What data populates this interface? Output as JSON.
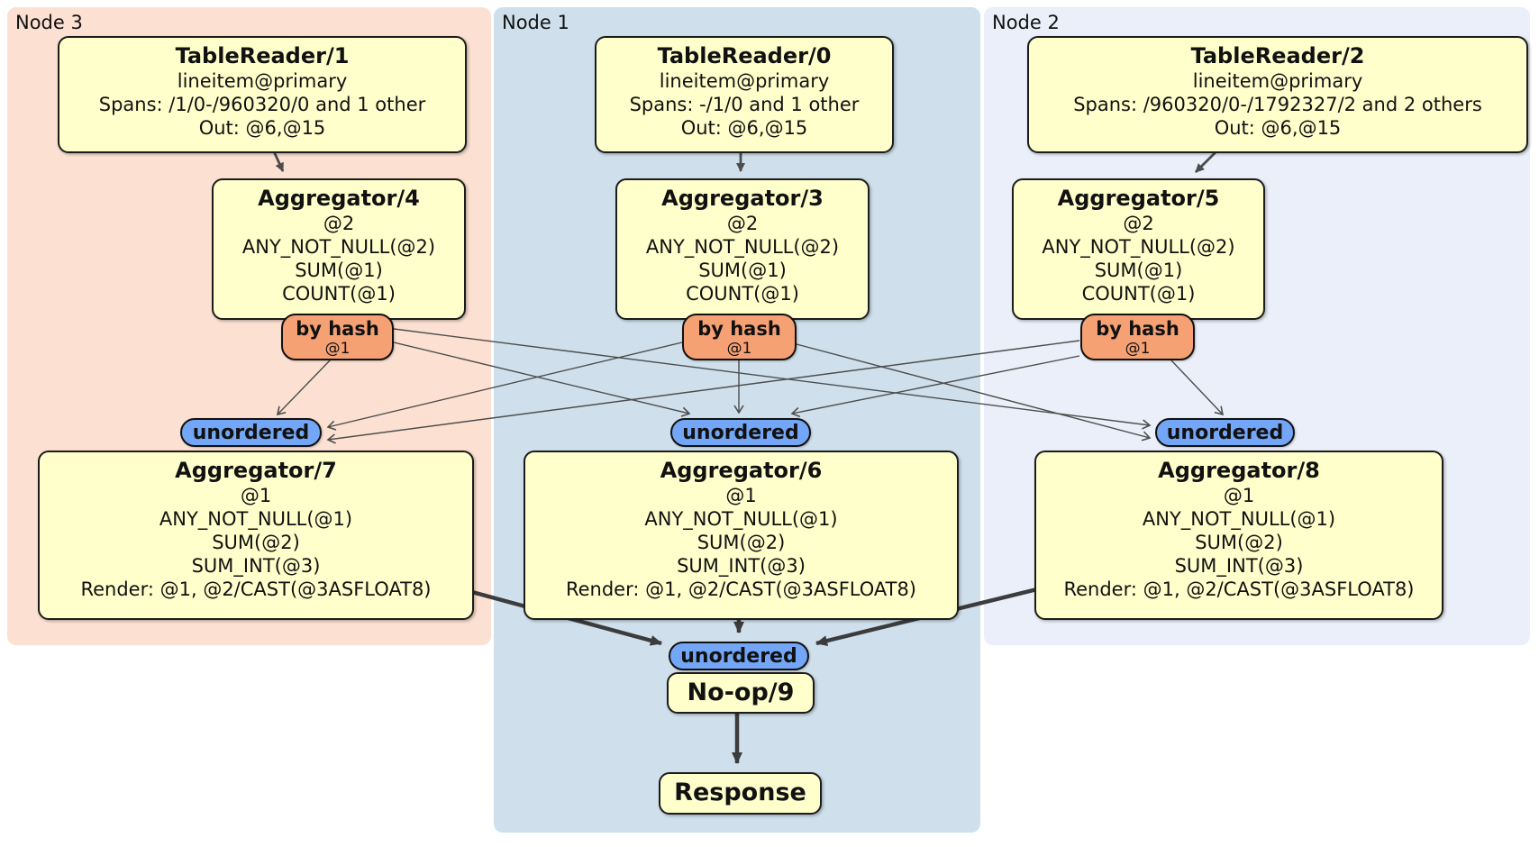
{
  "diagram": {
    "kind": "distributed-sql-plan",
    "regions": {
      "node3": {
        "label": "Node 3",
        "color": "#fce1d2"
      },
      "node1": {
        "label": "Node 1",
        "color": "#cfe0ec"
      },
      "node2": {
        "label": "Node 2",
        "color": "#eaeff9"
      }
    },
    "colors": {
      "processor_fill": "#ffffcc",
      "processor_border": "#1c1c1c",
      "router_fill": "#f5a173",
      "sync_fill": "#73a6f6",
      "edge_thin": "#4d4d4d",
      "edge_thick": "#3c3c3c"
    },
    "processors": {
      "tr1": {
        "title": "TableReader/1",
        "lines": [
          "lineitem@primary",
          "Spans: /1/0-/960320/0 and 1 other",
          "Out: @6,@15"
        ]
      },
      "tr0": {
        "title": "TableReader/0",
        "lines": [
          "lineitem@primary",
          "Spans: -/1/0 and 1 other",
          "Out: @6,@15"
        ]
      },
      "tr2": {
        "title": "TableReader/2",
        "lines": [
          "lineitem@primary",
          "Spans: /960320/0-/1792327/2 and 2 others",
          "Out: @6,@15"
        ]
      },
      "agg4": {
        "title": "Aggregator/4",
        "lines": [
          "@2",
          "ANY_NOT_NULL(@2)",
          "SUM(@1)",
          "COUNT(@1)"
        ]
      },
      "agg3": {
        "title": "Aggregator/3",
        "lines": [
          "@2",
          "ANY_NOT_NULL(@2)",
          "SUM(@1)",
          "COUNT(@1)"
        ]
      },
      "agg5": {
        "title": "Aggregator/5",
        "lines": [
          "@2",
          "ANY_NOT_NULL(@2)",
          "SUM(@1)",
          "COUNT(@1)"
        ]
      },
      "agg7": {
        "title": "Aggregator/7",
        "lines": [
          "@1",
          "ANY_NOT_NULL(@1)",
          "SUM(@2)",
          "SUM_INT(@3)",
          "Render: @1, @2/CAST(@3ASFLOAT8)"
        ]
      },
      "agg6": {
        "title": "Aggregator/6",
        "lines": [
          "@1",
          "ANY_NOT_NULL(@1)",
          "SUM(@2)",
          "SUM_INT(@3)",
          "Render: @1, @2/CAST(@3ASFLOAT8)"
        ]
      },
      "agg8": {
        "title": "Aggregator/8",
        "lines": [
          "@1",
          "ANY_NOT_NULL(@1)",
          "SUM(@2)",
          "SUM_INT(@3)",
          "Render: @1, @2/CAST(@3ASFLOAT8)"
        ]
      },
      "noop": {
        "title": "No-op/9"
      },
      "response": {
        "title": "Response"
      }
    },
    "routers": {
      "label": "by hash",
      "detail": "@1"
    },
    "streams": {
      "sync_label": "unordered"
    }
  }
}
